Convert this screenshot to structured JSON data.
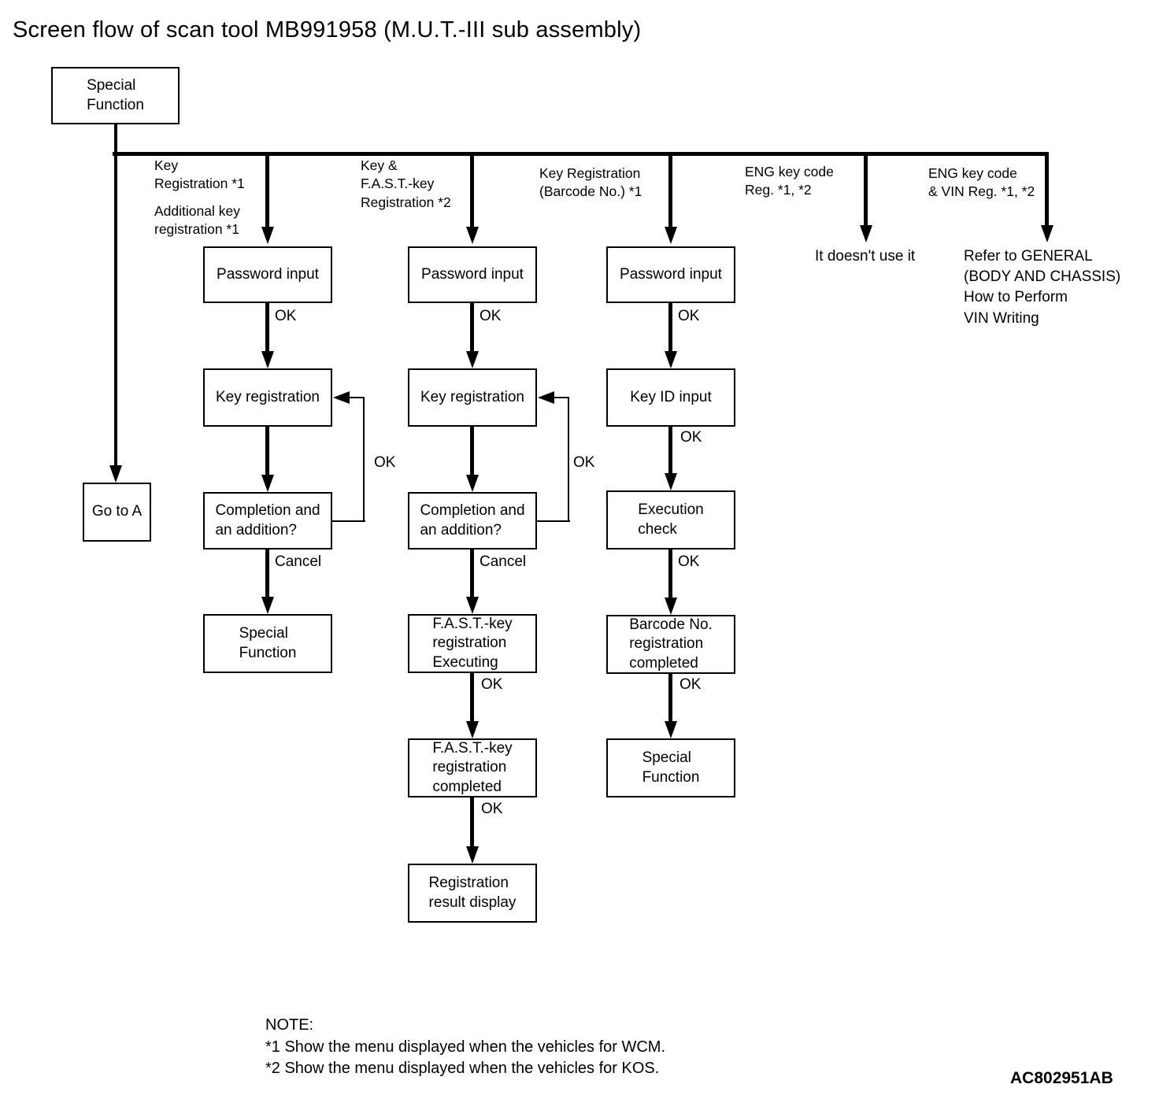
{
  "title": "Screen flow of scan tool MB991958 (M.U.T.-III sub assembly)",
  "code": "AC802951AB",
  "edge_labels": {
    "ok": "OK",
    "cancel": "Cancel"
  },
  "nodes": {
    "start": "Special\nFunction",
    "goto_a": "Go to A",
    "c1": [
      "Password input",
      "Key registration",
      "Completion and\nan addition?",
      "Special\nFunction"
    ],
    "c2": [
      "Password input",
      "Key registration",
      "Completion and\nan addition?",
      "F.A.S.T.-key\nregistration\nExecuting",
      "F.A.S.T.-key\nregistration\ncompleted",
      "Registration\nresult display"
    ],
    "c3": [
      "Password input",
      "Key ID input",
      "Execution\ncheck",
      "Barcode No.\nregistration\ncompleted",
      "Special\nFunction"
    ]
  },
  "branch_labels": {
    "key_registration": "Key\nRegistration *1",
    "additional_key": "Additional key\nregistration *1",
    "fast_key": "Key &\nF.A.S.T.-key\nRegistration *2",
    "barcode": "Key Registration\n(Barcode No.) *1",
    "eng_key_code": "ENG key code\nReg. *1, *2",
    "eng_vin": "ENG key code\n& VIN Reg. *1, *2"
  },
  "terminals": {
    "not_used": "It doesn't use it",
    "refer": "Refer to  GENERAL\n(BODY AND CHASSIS)\nHow to Perform\nVIN Writing"
  },
  "note": {
    "heading": "NOTE:",
    "line1": "*1 Show the menu displayed when the vehicles for WCM.",
    "line2": "*2 Show the menu displayed when the vehicles for KOS."
  }
}
